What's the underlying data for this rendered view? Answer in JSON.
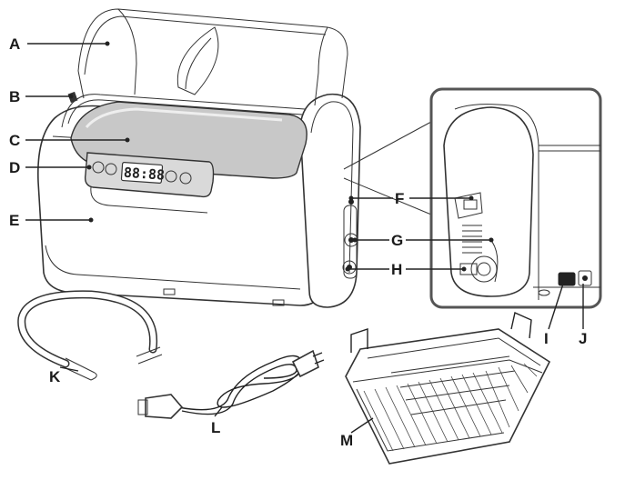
{
  "display_readout": "88:88",
  "labels": {
    "A": "A",
    "B": "B",
    "C": "C",
    "D": "D",
    "E": "E",
    "F": "F",
    "G": "G",
    "H": "H",
    "I": "I",
    "J": "J",
    "K": "K",
    "L": "L",
    "M": "M"
  },
  "colors": {
    "line": "#222222",
    "tank_fill": "#c8c8c8",
    "panel_fill": "#d9d9d9",
    "background": "#ffffff"
  }
}
